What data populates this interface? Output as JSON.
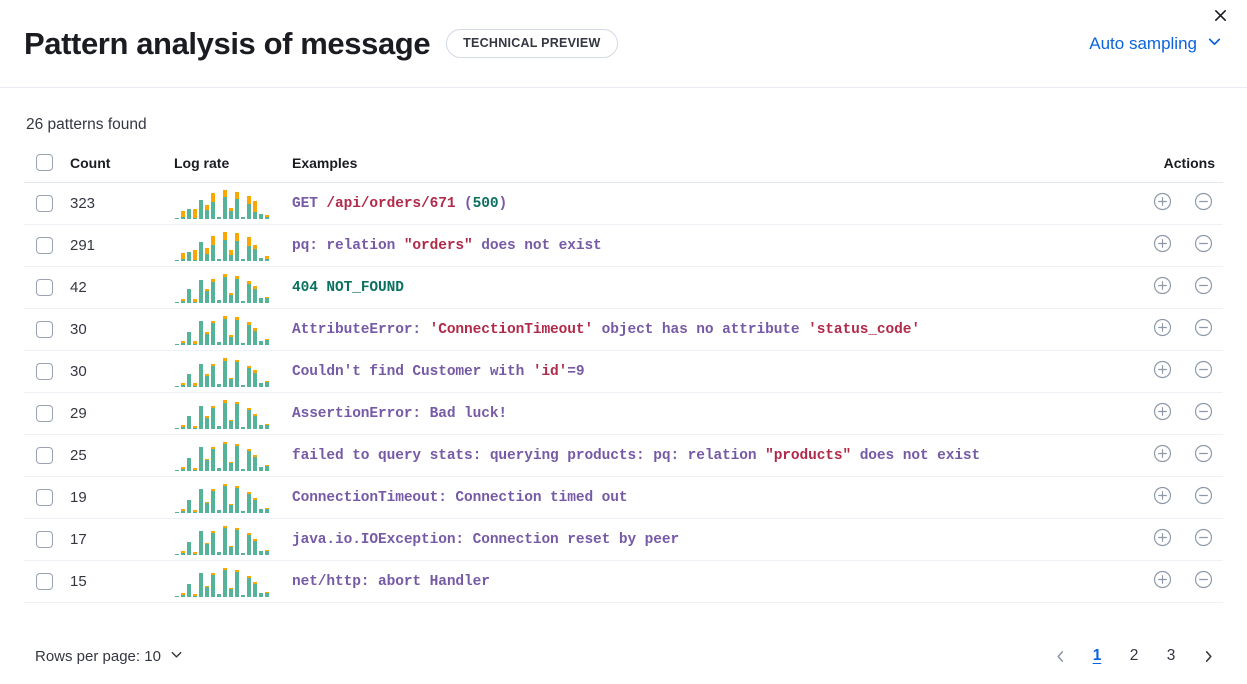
{
  "header": {
    "title": "Pattern analysis of message",
    "badge": "TECHNICAL PREVIEW",
    "sampling_label": "Auto sampling",
    "sampling_icon": "chevron-down-icon",
    "close_icon": "close-icon",
    "accent_color": "#0b64dd"
  },
  "summary": {
    "patterns_found": "26 patterns found"
  },
  "table": {
    "columns": {
      "select": "",
      "count": "Count",
      "log_rate": "Log rate",
      "examples": "Examples",
      "actions": "Actions"
    },
    "action_icons": {
      "add": "circle-plus-icon",
      "remove": "circle-minus-icon"
    },
    "rows": [
      {
        "count": "323",
        "example_plain": "GET /api/orders/671 (500)",
        "tokens": [
          {
            "t": "GET ",
            "c": "tk-default"
          },
          {
            "t": "/api/orders/671 ",
            "c": "tk-red"
          },
          {
            "t": "(",
            "c": "tk-default"
          },
          {
            "t": "500",
            "c": "tk-green"
          },
          {
            "t": ")",
            "c": "tk-default"
          }
        ],
        "spark": {
          "green": [
            2,
            3,
            18,
            2,
            34,
            16,
            30,
            4,
            38,
            14,
            36,
            3,
            27,
            13,
            8,
            4
          ],
          "orange": [
            0,
            10,
            0,
            16,
            0,
            9,
            15,
            0,
            13,
            6,
            12,
            0,
            14,
            19,
            0,
            4
          ]
        }
      },
      {
        "count": "291",
        "example_plain": "pq: relation \"orders\" does not exist",
        "tokens": [
          {
            "t": "pq: relation ",
            "c": "tk-default"
          },
          {
            "t": "\"orders\"",
            "c": "tk-red"
          },
          {
            "t": " does not exist",
            "c": "tk-default"
          }
        ],
        "spark": {
          "green": [
            2,
            3,
            16,
            2,
            32,
            12,
            28,
            3,
            36,
            10,
            34,
            3,
            25,
            20,
            6,
            3
          ],
          "orange": [
            0,
            11,
            0,
            17,
            0,
            11,
            16,
            0,
            14,
            8,
            13,
            0,
            15,
            7,
            0,
            5
          ]
        }
      },
      {
        "count": "42",
        "example_plain": "404 NOT_FOUND",
        "tokens": [
          {
            "t": "404",
            "c": "tk-green"
          },
          {
            "t": " NOT_FOUND",
            "c": "tk-green"
          }
        ],
        "spark": {
          "green": [
            2,
            3,
            21,
            2,
            36,
            18,
            33,
            4,
            40,
            13,
            38,
            3,
            30,
            22,
            7,
            8
          ],
          "orange": [
            0,
            3,
            0,
            4,
            0,
            3,
            4,
            0,
            5,
            3,
            4,
            0,
            4,
            5,
            0,
            2
          ]
        }
      },
      {
        "count": "30",
        "example_plain": "AttributeError: 'ConnectionTimeout' object has no attribute 'status_code'",
        "tokens": [
          {
            "t": "AttributeError: ",
            "c": "tk-default"
          },
          {
            "t": "'ConnectionTimeout'",
            "c": "tk-red"
          },
          {
            "t": " object has no attribute ",
            "c": "tk-default"
          },
          {
            "t": "'status_code'",
            "c": "tk-red"
          }
        ],
        "spark": {
          "green": [
            2,
            3,
            20,
            2,
            35,
            17,
            32,
            4,
            39,
            12,
            37,
            3,
            29,
            21,
            6,
            7
          ],
          "orange": [
            0,
            3,
            0,
            4,
            0,
            3,
            3,
            0,
            4,
            3,
            4,
            0,
            4,
            4,
            0,
            2
          ]
        }
      },
      {
        "count": "30",
        "example_plain": "Couldn't find Customer with 'id'=9",
        "tokens": [
          {
            "t": "Couldn't find Customer with ",
            "c": "tk-default"
          },
          {
            "t": "'id'",
            "c": "tk-red"
          },
          {
            "t": "=9",
            "c": "tk-default"
          }
        ],
        "spark": {
          "green": [
            2,
            3,
            19,
            2,
            34,
            16,
            31,
            4,
            38,
            12,
            36,
            3,
            28,
            20,
            6,
            7
          ],
          "orange": [
            0,
            3,
            0,
            4,
            0,
            3,
            3,
            0,
            4,
            2,
            3,
            0,
            3,
            4,
            0,
            2
          ]
        }
      },
      {
        "count": "29",
        "example_plain": "AssertionError: Bad luck!",
        "tokens": [
          {
            "t": "AssertionError: Bad luck!",
            "c": "tk-default"
          }
        ],
        "spark": {
          "green": [
            2,
            3,
            18,
            2,
            33,
            15,
            30,
            4,
            37,
            11,
            35,
            3,
            27,
            19,
            6,
            6
          ],
          "orange": [
            0,
            3,
            0,
            3,
            0,
            3,
            3,
            0,
            4,
            2,
            3,
            0,
            3,
            3,
            0,
            2
          ]
        }
      },
      {
        "count": "25",
        "example_plain": "failed to query stats: querying products: pq: relation \"products\" does not exist",
        "tokens": [
          {
            "t": "failed to query stats: querying products: pq: relation ",
            "c": "tk-default"
          },
          {
            "t": "\"products\"",
            "c": "tk-red"
          },
          {
            "t": " does not exist",
            "c": "tk-default"
          }
        ],
        "spark": {
          "green": [
            2,
            3,
            19,
            2,
            34,
            15,
            31,
            4,
            38,
            12,
            36,
            3,
            28,
            20,
            6,
            7
          ],
          "orange": [
            0,
            3,
            0,
            3,
            0,
            2,
            3,
            0,
            3,
            2,
            3,
            0,
            3,
            3,
            0,
            2
          ]
        }
      },
      {
        "count": "19",
        "example_plain": "ConnectionTimeout: Connection timed out",
        "tokens": [
          {
            "t": "ConnectionTimeout: Connection timed out",
            "c": "tk-default"
          }
        ],
        "spark": {
          "green": [
            2,
            3,
            17,
            2,
            32,
            14,
            29,
            4,
            36,
            11,
            34,
            3,
            26,
            18,
            5,
            6
          ],
          "orange": [
            0,
            3,
            0,
            3,
            0,
            2,
            3,
            0,
            3,
            2,
            3,
            0,
            3,
            3,
            0,
            2
          ]
        }
      },
      {
        "count": "17",
        "example_plain": "java.io.IOException: Connection reset by peer",
        "tokens": [
          {
            "t": "java.io.IOException: Connection reset by peer",
            "c": "tk-default"
          }
        ],
        "spark": {
          "green": [
            2,
            3,
            18,
            2,
            33,
            15,
            30,
            4,
            37,
            11,
            35,
            3,
            27,
            19,
            5,
            6
          ],
          "orange": [
            0,
            3,
            0,
            3,
            0,
            2,
            3,
            0,
            3,
            2,
            3,
            0,
            3,
            3,
            0,
            2
          ]
        }
      },
      {
        "count": "15",
        "example_plain": "net/http: abort Handler",
        "tokens": [
          {
            "t": "net/http: abort Handler",
            "c": "tk-default"
          }
        ],
        "spark": {
          "green": [
            2,
            3,
            17,
            2,
            32,
            14,
            30,
            4,
            36,
            11,
            34,
            3,
            26,
            18,
            5,
            6
          ],
          "orange": [
            0,
            3,
            0,
            3,
            0,
            2,
            3,
            0,
            3,
            2,
            3,
            0,
            3,
            3,
            0,
            2
          ]
        }
      }
    ]
  },
  "footer": {
    "rows_per_page_label": "Rows per page: 10",
    "rows_per_page_icon": "chevron-down-icon",
    "prev_icon": "chevron-left-icon",
    "next_icon": "chevron-right-icon",
    "pages": [
      "1",
      "2",
      "3"
    ],
    "active_page": "1"
  },
  "colors": {
    "spark_green": "#54b399",
    "spark_orange": "#fca700",
    "link": "#0b64dd"
  }
}
